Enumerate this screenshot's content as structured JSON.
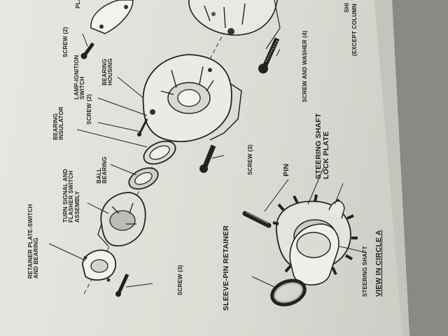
{
  "document": {
    "header_top_right": "SHI",
    "header_top_right_sub": "(EXCEPT COLUMN",
    "labels": {
      "plate": "PLA",
      "screw_2_top": "SCREW (2)",
      "bearing_housing": "BEARING\nHOUSING",
      "lamp_ignition_switch": "LAMP-IGNITION\nSWITCH",
      "screw_2_mid": "SCREW (2)",
      "bearing_insulator": "BEARING\nINSULATOR",
      "ball_bearing": "BALL\nBEARING",
      "turn_signal": "TURN SIGNAL AND\nFLASHER SWITCH\nASSEMBLY",
      "retainer_plate": "RETAINER PLATE-SWITCH\nAND BEARING",
      "screw_3_bottom": "SCREW (3)",
      "sleeve_pin_retainer": "SLEEVE-PIN RETAINER",
      "screw_3_mid": "SCREW (3)",
      "pin": "PIN",
      "lock_plate": "STEERING SHAFT\nLOCK PLATE",
      "screw_and_washer": "SCREW AND WASHER (4)",
      "steering_shaft": "STEERING SHAFT",
      "view_in_circle": "VIEW IN CIRCLE A"
    }
  },
  "colors": {
    "paper": "#dcdcd5",
    "ink": "#1d1d1d",
    "background": "#6f6d6b"
  }
}
